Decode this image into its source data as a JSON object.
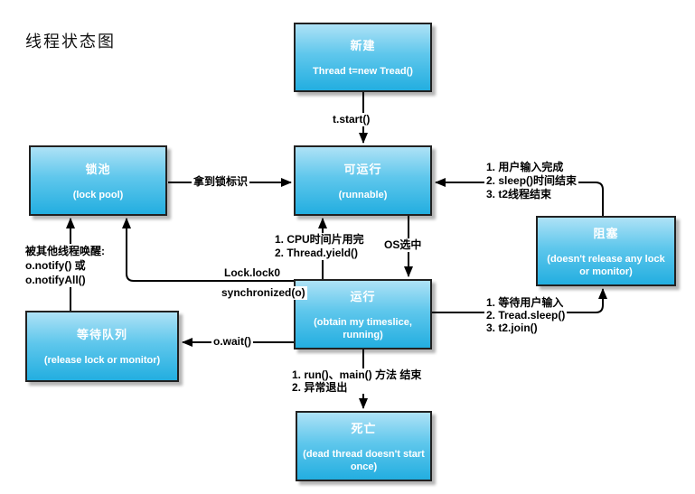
{
  "title": "线程状态图",
  "colors": {
    "box_gradient_top": "#aee2f6",
    "box_gradient_bottom": "#23aee0",
    "box_border": "#212121",
    "box_text": "#ffffff",
    "arrow": "#000000",
    "shadow": "#b4b4b4",
    "background": "#ffffff"
  },
  "nodes": {
    "new": {
      "title": "新建",
      "subtitle": "Thread t=new Tread()"
    },
    "runnable": {
      "title": "可运行",
      "subtitle": "(runnable)"
    },
    "lock_pool": {
      "title": "锁池",
      "subtitle": "(lock pool)"
    },
    "blocked": {
      "title": "阻塞",
      "subtitle": "(doesn't release any lock or monitor)"
    },
    "running": {
      "title": "运行",
      "subtitle": "(obtain my timeslice, running)"
    },
    "wait_queue": {
      "title": "等待队列",
      "subtitle": "(release lock or monitor)"
    },
    "dead": {
      "title": "死亡",
      "subtitle": "(dead thread doesn't start once)"
    }
  },
  "edge_labels": {
    "t_start": "t.start()",
    "got_lock": "拿到锁标识",
    "blocked_to_runnable": [
      "1. 用户输入完成",
      "2. sleep()时间结束",
      "3. t2线程结束"
    ],
    "os_select": "OS选中",
    "yield": [
      "1. CPU时间片用完",
      "2. Thread.yield()"
    ],
    "lock_lock": "Lock.lock0",
    "synchronized": "synchronized(o)",
    "notify": [
      "被其他线程唤醒:",
      "o.notify() 或",
      "o.notifyAll()"
    ],
    "o_wait": "o.wait()",
    "running_to_blocked": [
      "1. 等待用户输入",
      "2. Tread.sleep()",
      "3. t2.join()"
    ],
    "to_dead": [
      "1. run()、main() 方法 结束",
      "2. 异常退出"
    ]
  }
}
